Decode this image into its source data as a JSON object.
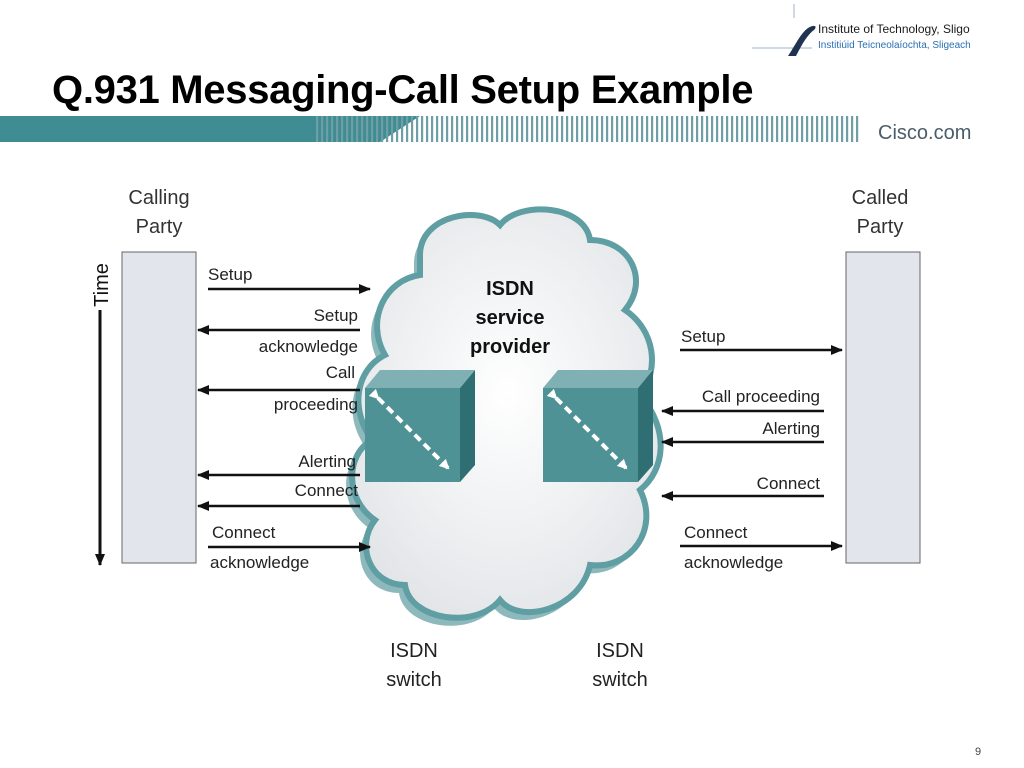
{
  "header": {
    "title": "Q.931 Messaging-Call Setup Example",
    "institute_line1": "Institute of Technology, Sligo",
    "institute_line2": "Institiúid Teicneolaíochta, Sligeach",
    "brand": "Cisco.com"
  },
  "diagram": {
    "calling_party": [
      "Calling",
      "Party"
    ],
    "called_party": [
      "Called",
      "Party"
    ],
    "time_label": "Time",
    "cloud_label": [
      "ISDN",
      "service",
      "provider"
    ],
    "switch_left": [
      "ISDN",
      "switch"
    ],
    "switch_right": [
      "ISDN",
      "switch"
    ],
    "left_messages": {
      "setup": "Setup",
      "setup_ack": [
        "Setup",
        "acknowledge"
      ],
      "call_proceeding": [
        "Call",
        "proceeding"
      ],
      "alerting": "Alerting",
      "connect": "Connect",
      "connect_ack": [
        "Connect",
        "acknowledge"
      ]
    },
    "right_messages": {
      "setup": "Setup",
      "call_proceeding": "Call proceeding",
      "alerting": "Alerting",
      "connect": "Connect",
      "connect_ack": [
        "Connect",
        "acknowledge"
      ]
    }
  },
  "footer": {
    "page_number": "9"
  },
  "colors": {
    "teal": "#3f8c92",
    "switch": "#4f9296",
    "cloud_edge": "#5f9ea3",
    "party_box": "#e3e5ec"
  }
}
